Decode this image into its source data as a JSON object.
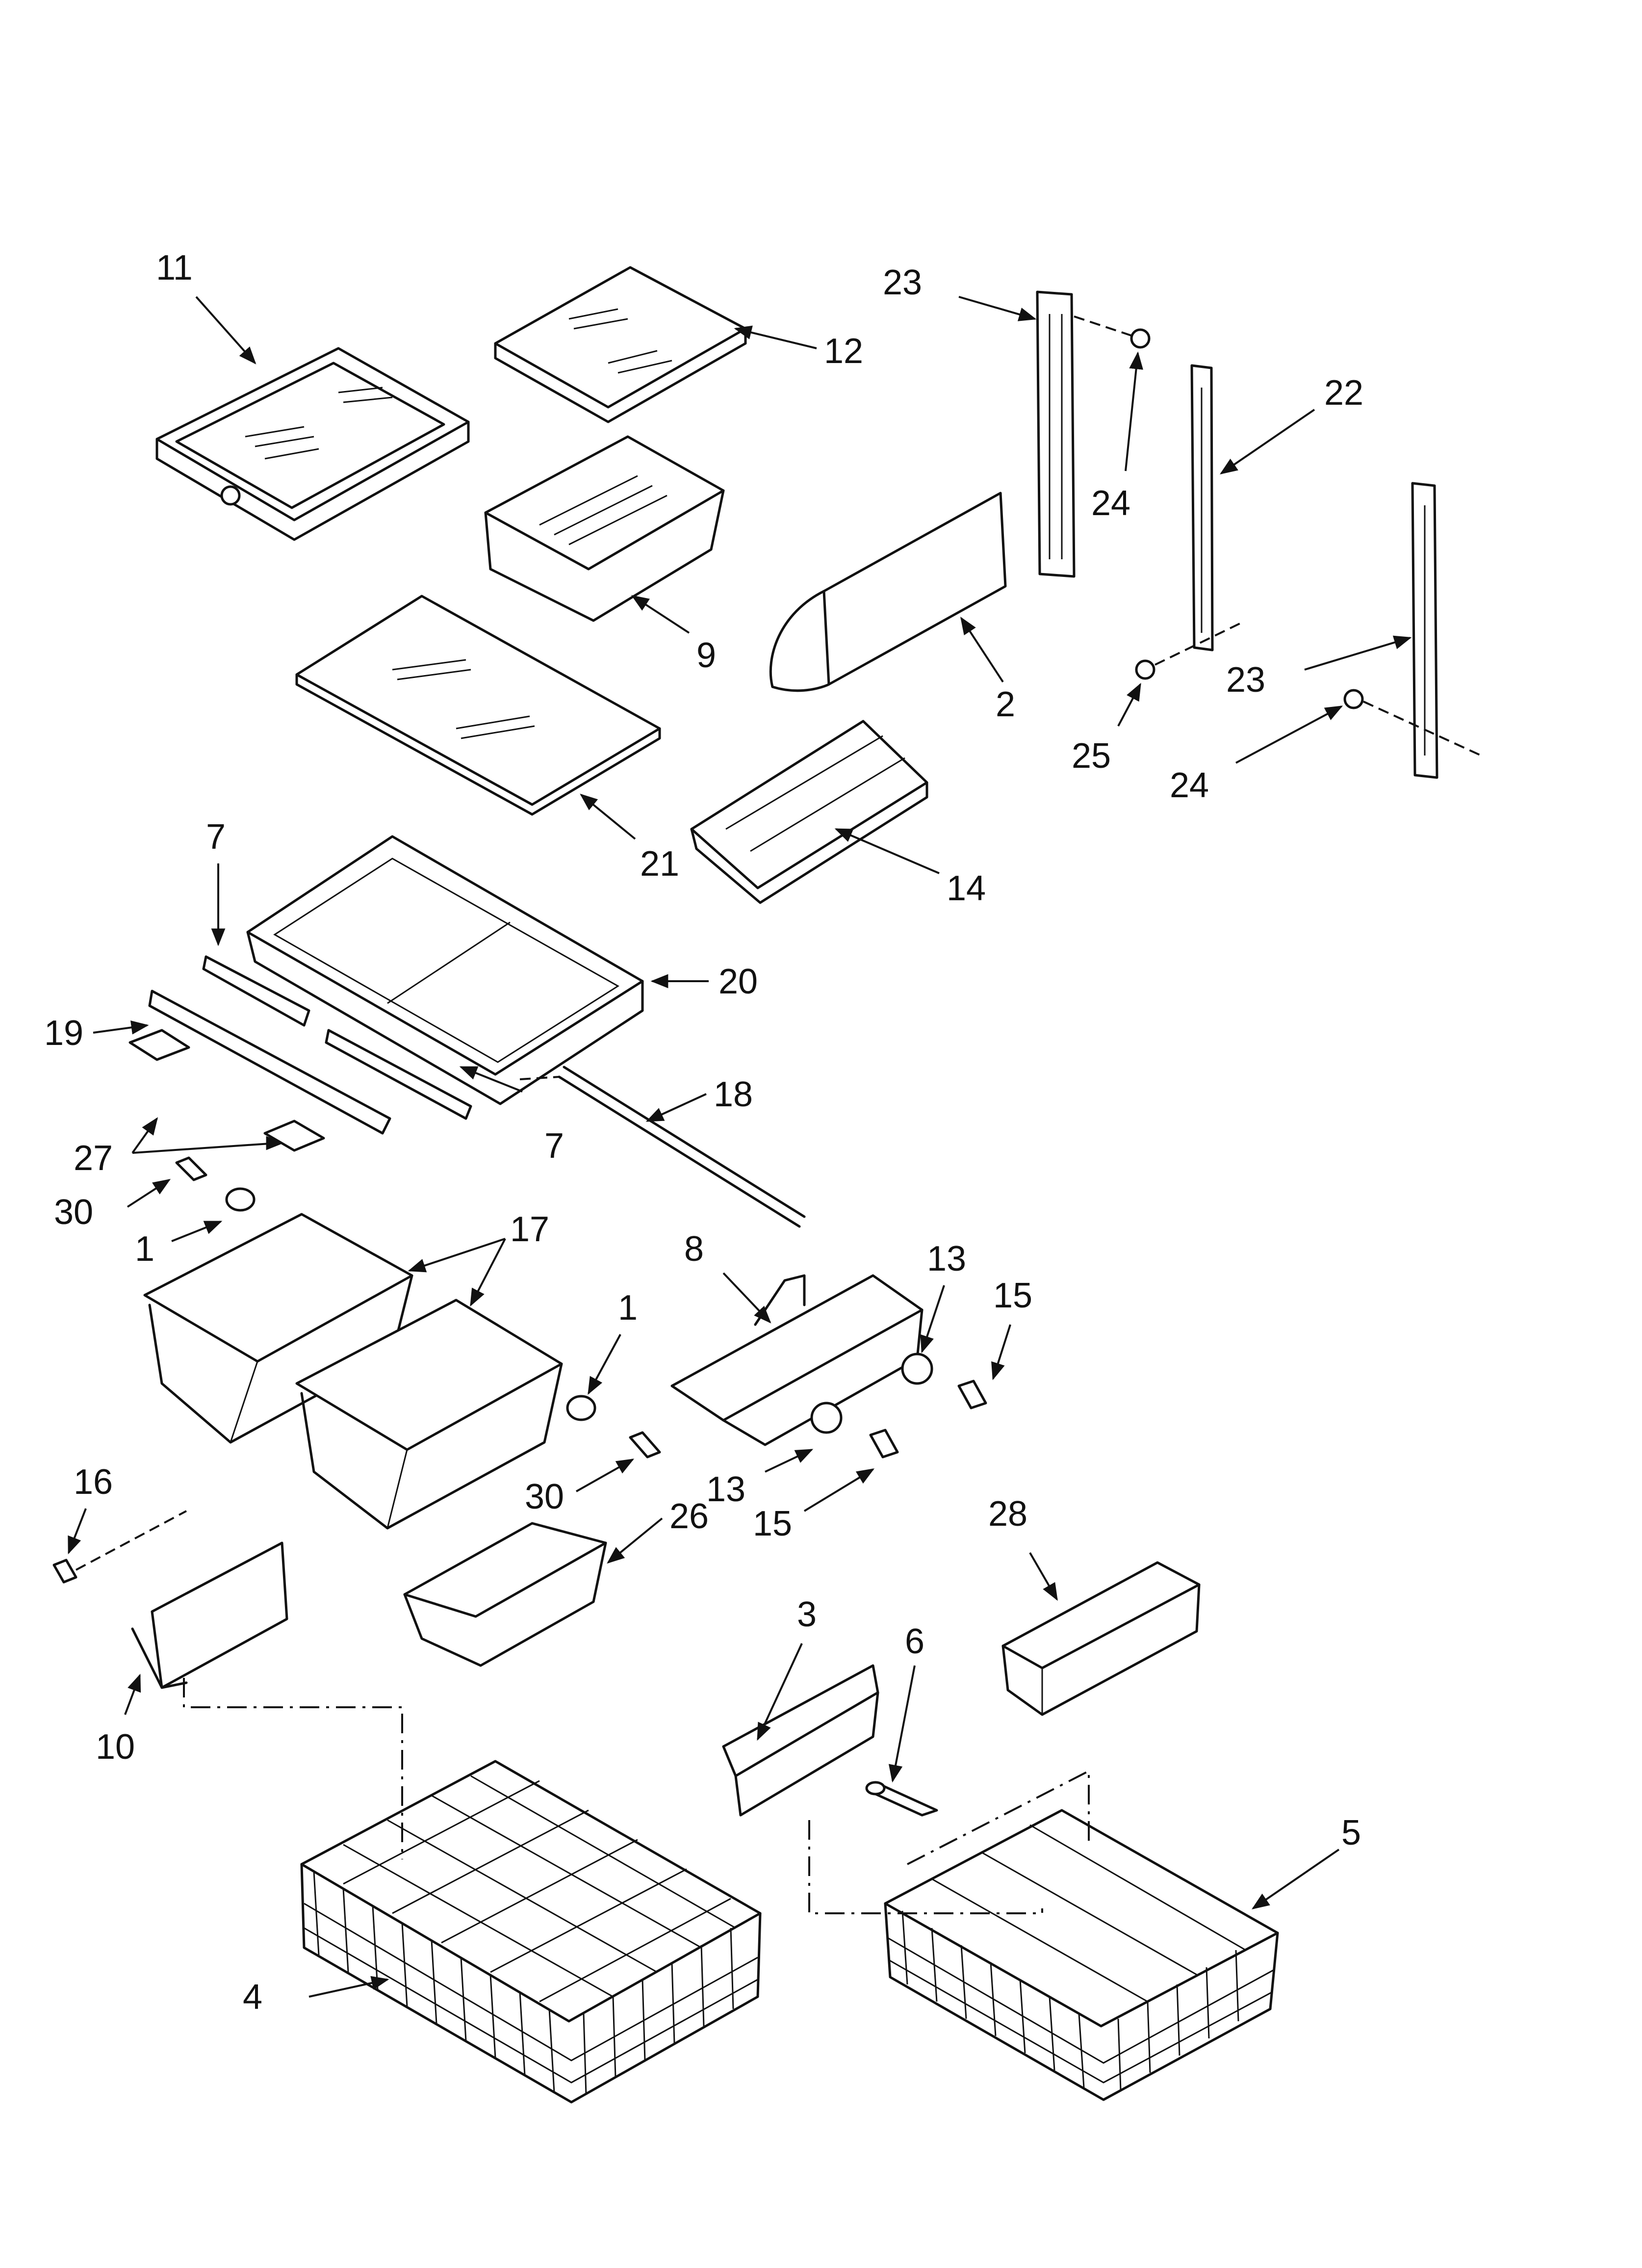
{
  "diagram": {
    "callouts": {
      "c11": "11",
      "c12": "12",
      "c9": "9",
      "c2": "2",
      "c23a": "23",
      "c24a": "24",
      "c22": "22",
      "c23b": "23",
      "c25": "25",
      "c24b": "24",
      "c21": "21",
      "c14": "14",
      "c7a": "7",
      "c20": "20",
      "c19": "19",
      "c18": "18",
      "c7b": "7",
      "c27": "27",
      "c30a": "30",
      "c1a": "1",
      "c17": "17",
      "c8": "8",
      "c13a": "13",
      "c15a": "15",
      "c1b": "1",
      "c30b": "30",
      "c13b": "13",
      "c15b": "15",
      "c16": "16",
      "c26": "26",
      "c28": "28",
      "c10": "10",
      "c3": "3",
      "c6": "6",
      "c5": "5",
      "c4": "4"
    }
  }
}
